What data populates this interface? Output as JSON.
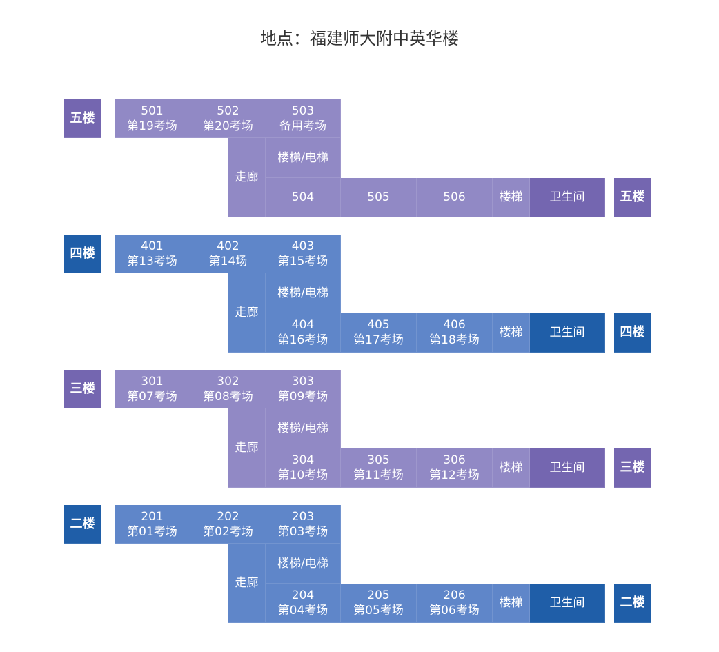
{
  "title": "地点：福建师大附中英华楼",
  "labels": {
    "corridor": "走廊",
    "stair_elevator": "楼梯/电梯",
    "stairs": "楼梯",
    "toilet": "卫生间"
  },
  "floors": [
    {
      "name": "五楼",
      "theme": "purple",
      "top": [
        {
          "room": "501",
          "use": "第19考场"
        },
        {
          "room": "502",
          "use": "第20考场"
        },
        {
          "room": "503",
          "use": "备用考场"
        }
      ],
      "bottom": [
        {
          "room": "504",
          "use": ""
        },
        {
          "room": "505",
          "use": ""
        },
        {
          "room": "506",
          "use": ""
        }
      ]
    },
    {
      "name": "四楼",
      "theme": "blue",
      "top": [
        {
          "room": "401",
          "use": "第13考场"
        },
        {
          "room": "402",
          "use": "第14场"
        },
        {
          "room": "403",
          "use": "第15考场"
        }
      ],
      "bottom": [
        {
          "room": "404",
          "use": "第16考场"
        },
        {
          "room": "405",
          "use": "第17考场"
        },
        {
          "room": "406",
          "use": "第18考场"
        }
      ]
    },
    {
      "name": "三楼",
      "theme": "purple",
      "top": [
        {
          "room": "301",
          "use": "第07考场"
        },
        {
          "room": "302",
          "use": "第08考场"
        },
        {
          "room": "303",
          "use": "第09考场"
        }
      ],
      "bottom": [
        {
          "room": "304",
          "use": "第10考场"
        },
        {
          "room": "305",
          "use": "第11考场"
        },
        {
          "room": "306",
          "use": "第12考场"
        }
      ]
    },
    {
      "name": "二楼",
      "theme": "blue",
      "top": [
        {
          "room": "201",
          "use": "第01考场"
        },
        {
          "room": "202",
          "use": "第02考场"
        },
        {
          "room": "203",
          "use": "第03考场"
        }
      ],
      "bottom": [
        {
          "room": "204",
          "use": "第04考场"
        },
        {
          "room": "205",
          "use": "第05考场"
        },
        {
          "room": "206",
          "use": "第06考场"
        }
      ]
    }
  ],
  "themes": {
    "purple": {
      "room": "#9189c5",
      "dark": "#7466b0"
    },
    "blue": {
      "room": "#5f86c9",
      "dark": "#1f5ea8"
    }
  }
}
